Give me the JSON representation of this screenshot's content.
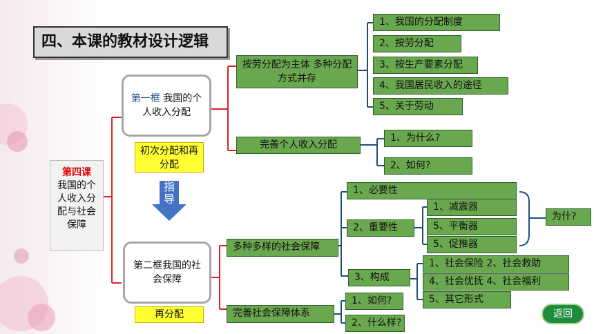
{
  "title": "四、本课的教材设计逻辑",
  "lesson": {
    "num": "第四课",
    "name": "我国的个人收入分配与社会保障"
  },
  "frame1": {
    "prefix": "第一框",
    "text": "我国的个人收入分配"
  },
  "frame2": {
    "text": "第二框我国的社会保障"
  },
  "yellow1": "初次分配和再分配",
  "yellow2": "再分配",
  "arrow_label": "指导",
  "branch1": {
    "label": "按劳分配为主体  多种分配方式并存",
    "items": [
      "1、我国的分配制度",
      "2、按劳分配",
      "3、按生产要素分配",
      "4、我国居民收入的途径",
      "5、关于劳动"
    ]
  },
  "branch2": {
    "label": "完善个人收入分配",
    "items": [
      "1、为什么?",
      "2、如何?"
    ]
  },
  "branch3": {
    "label": "多种多样的社会保障",
    "necessity": "1、必要性",
    "importance": "2、重要性",
    "importance_items": [
      "1、减震器",
      "5、平衡器",
      "5、促推器"
    ],
    "why": "为什?",
    "composition": "3、构成",
    "composition_items": [
      "1、社会保险  2、社会救助",
      "4、社会优抚  4、社会福利",
      "5、其它形式"
    ]
  },
  "branch4": {
    "label": "完善社会保障体系",
    "items": [
      "1、如何?",
      "2、什么样?"
    ]
  },
  "return_button": "返回"
}
